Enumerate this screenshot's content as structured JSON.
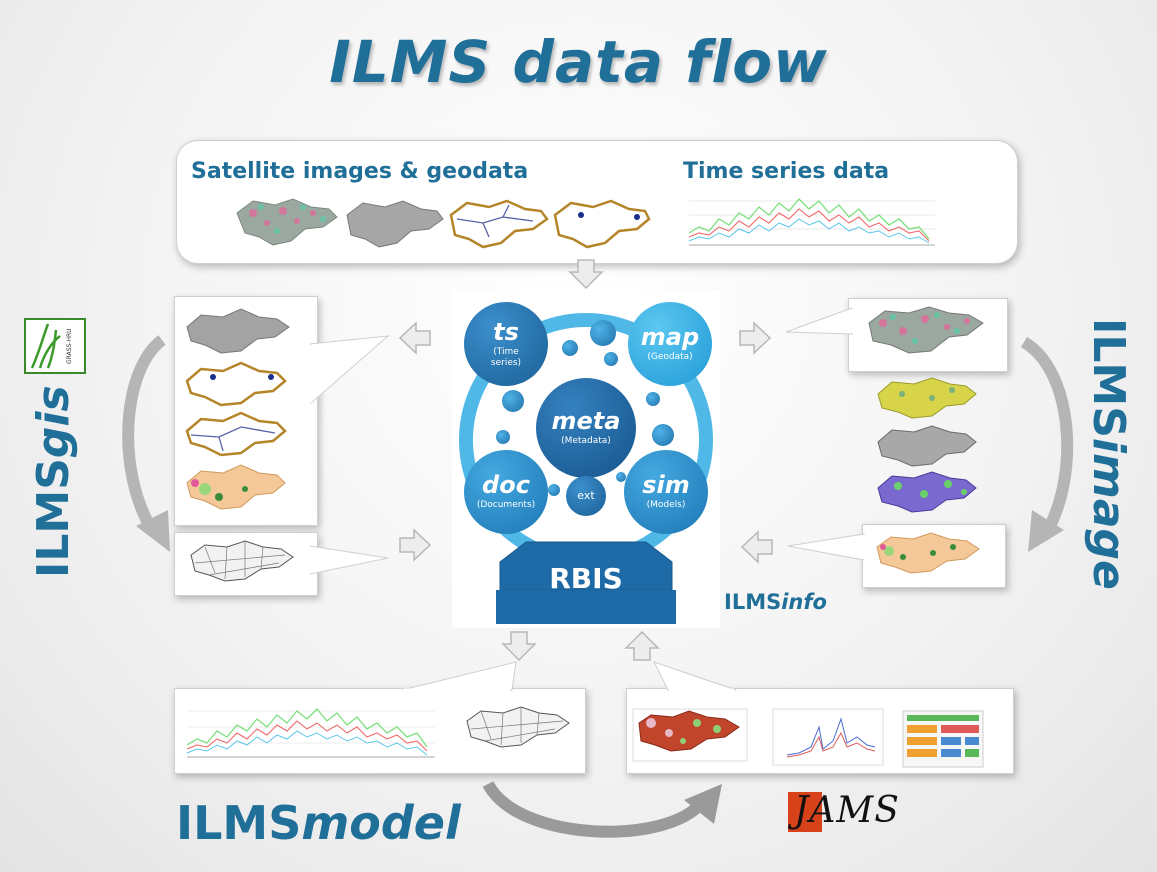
{
  "title": "ILMS data flow",
  "top_panel": {
    "left_label": "Satellite images & geodata",
    "right_label": "Time series data"
  },
  "center": {
    "ts": {
      "label": "ts",
      "sub1": "(Time",
      "sub2": "series)"
    },
    "map": {
      "label": "map",
      "sub": "(Geodata)"
    },
    "meta": {
      "label": "meta",
      "sub": "(Metadata)"
    },
    "doc": {
      "label": "doc",
      "sub": "(Documents)"
    },
    "sim": {
      "label": "sim",
      "sub": "(Models)"
    },
    "ext": {
      "label": "ext"
    },
    "rbis": "RBIS"
  },
  "labels": {
    "ilms_gis_prefix": "ILMS",
    "ilms_gis_suffix": "gis",
    "ilms_image_prefix": "ILMS",
    "ilms_image_suffix": "image",
    "ilms_info_prefix": "ILMS",
    "ilms_info_suffix": "info",
    "ilms_model_prefix": "ILMS",
    "ilms_model_suffix": "model",
    "grass_logo_text": "GRASS-HRU",
    "jams_logo_text": "JAMS"
  },
  "colors": {
    "title_blue": "#1f6f98",
    "bubble_dark": "#1e6ea7",
    "bubble_light": "#2aa7df",
    "rbis_blue": "#1d6aa6"
  }
}
